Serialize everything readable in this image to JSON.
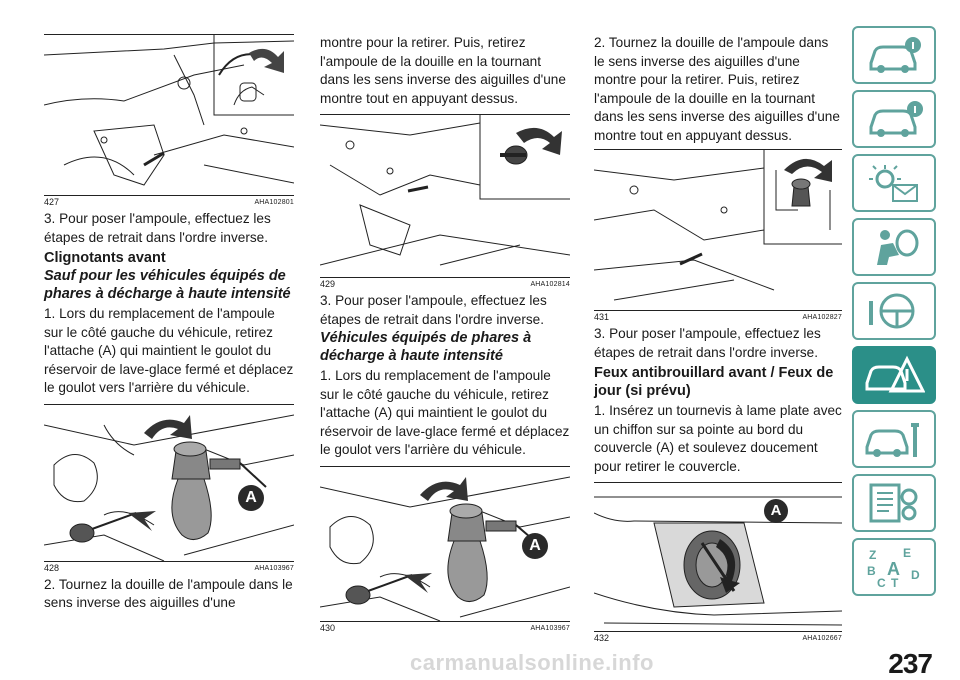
{
  "col1": {
    "fig1": {
      "num": "427",
      "code": "AHA102801"
    },
    "p1": "3. Pour poser l'ampoule, effectuez les étapes de retrait dans l'ordre inverse.",
    "h_clignotants": "Clignotants avant",
    "h_sauf": "Sauf pour les véhicules équipés de phares à décharge à haute intensité",
    "p2": "1. Lors du remplacement de l'ampoule sur le côté gauche du véhicule, retirez l'attache (A) qui maintient le goulot du réservoir de lave-glace fermé et déplacez le goulot vers l'arrière du véhicule.",
    "fig2": {
      "num": "428",
      "code": "AHA103967",
      "label": "A"
    },
    "p3": "2. Tournez la douille de l'ampoule dans le sens inverse des aiguilles d'une"
  },
  "col2": {
    "p1": "montre pour la retirer. Puis, retirez l'ampoule de la douille en la tournant dans les sens inverse des aiguilles d'une montre tout en appuyant dessus.",
    "fig1": {
      "num": "429",
      "code": "AHA102814"
    },
    "p2": "3. Pour poser l'ampoule, effectuez les étapes de retrait dans l'ordre inverse.",
    "h_vehicules": "Véhicules équipés de phares à décharge à haute intensité",
    "p3": "1. Lors du remplacement de l'ampoule sur le côté gauche du véhicule, retirez l'attache (A) qui maintient le goulot du réservoir de lave-glace fermé et déplacez le goulot vers l'arrière du véhicule.",
    "fig2": {
      "num": "430",
      "code": "AHA103967",
      "label": "A"
    }
  },
  "col3": {
    "p1": "2. Tournez la douille de l'ampoule dans le sens inverse des aiguilles d'une montre pour la retirer. Puis, retirez l'ampoule de la douille en la tournant dans les sens inverse des aiguilles d'une montre tout en appuyant dessus.",
    "fig1": {
      "num": "431",
      "code": "AHA102827"
    },
    "p2": "3. Pour poser l'ampoule, effectuez les étapes de retrait dans l'ordre inverse.",
    "h_feux": "Feux antibrouillard avant / Feux de jour (si prévu)",
    "p3": "1. Insérez un tournevis à lame plate avec un chiffon sur sa pointe au bord du couvercle (A) et soulevez doucement pour retirer le couvercle.",
    "fig2": {
      "num": "432",
      "code": "AHA102667",
      "label": "A"
    }
  },
  "page_number": "237",
  "watermark": "carmanualsonline.info",
  "sidebar": {
    "tabs": [
      "car-info-icon",
      "car-info-icon",
      "warning-lights-icon",
      "airbag-icon",
      "steering-wheel-icon",
      "breakdown-icon",
      "maintenance-icon",
      "specifications-icon",
      "index-icon"
    ],
    "active_index": 5,
    "index_letters": [
      "Z",
      "E",
      "B",
      "A",
      "D",
      "C",
      "T"
    ]
  },
  "colors": {
    "accent": "#2b8f88",
    "tab_border": "#5fa39d",
    "text": "#1a1a1a"
  }
}
